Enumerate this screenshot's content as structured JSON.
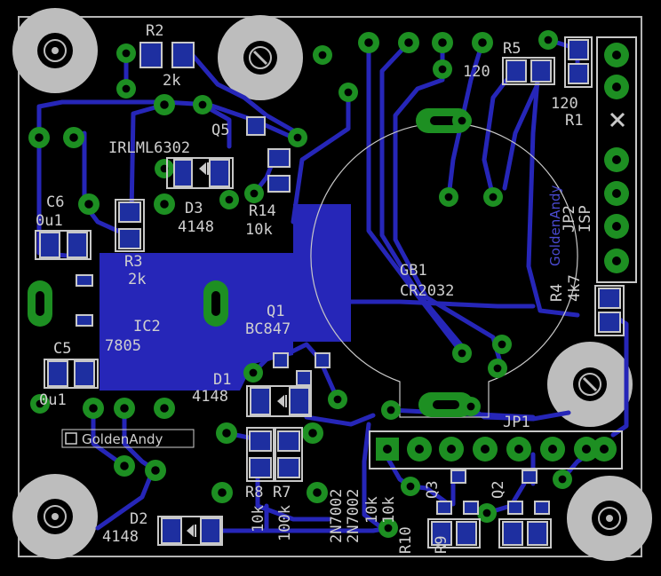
{
  "board": {
    "colors": {
      "background": "#000000",
      "copper": "#2626b8",
      "pads": "#1d8f22",
      "silkscreen": "#cfcfcf",
      "mounting": "#bdbdbd"
    }
  },
  "components": {
    "r2": {
      "ref": "R2",
      "value": "2k"
    },
    "r5": {
      "ref": "R5",
      "value": "120"
    },
    "r1": {
      "ref": "R1",
      "value": "120"
    },
    "q5": {
      "ref": "Q5",
      "value": "IRLML6302"
    },
    "d3": {
      "ref": "D3",
      "value": "4148"
    },
    "r14": {
      "ref": "R14",
      "value": "10k"
    },
    "c6": {
      "ref": "C6",
      "value": "0u1"
    },
    "r3": {
      "ref": "R3",
      "value": "2k"
    },
    "ic2": {
      "ref": "IC2",
      "value": "7805"
    },
    "gb1": {
      "ref": "GB1",
      "value": "CR2032"
    },
    "q1": {
      "ref": "Q1",
      "value": "BC847"
    },
    "c5": {
      "ref": "C5",
      "value": "0u1"
    },
    "d1": {
      "ref": "D1",
      "value": "4148"
    },
    "d2": {
      "ref": "D2",
      "value": "4148"
    },
    "r8": {
      "ref": "R8",
      "value": "10k"
    },
    "r7": {
      "ref": "R7",
      "value": "100k"
    },
    "q3": {
      "ref": "Q3",
      "value": "2N7002"
    },
    "q2": {
      "ref": "Q2",
      "value": "2N7002"
    },
    "r10": {
      "ref": "R10",
      "value": "10k"
    },
    "r9": {
      "ref": "R9",
      "value": "10k"
    },
    "r4": {
      "ref": "R4",
      "value": "4k7"
    },
    "jp1": {
      "ref": "JP1"
    },
    "jp2": {
      "ref": "JP2",
      "value": "ISP"
    }
  },
  "logos": {
    "bottom_left": "GoldenAndy",
    "right_vertical": "GoldenAndy"
  }
}
